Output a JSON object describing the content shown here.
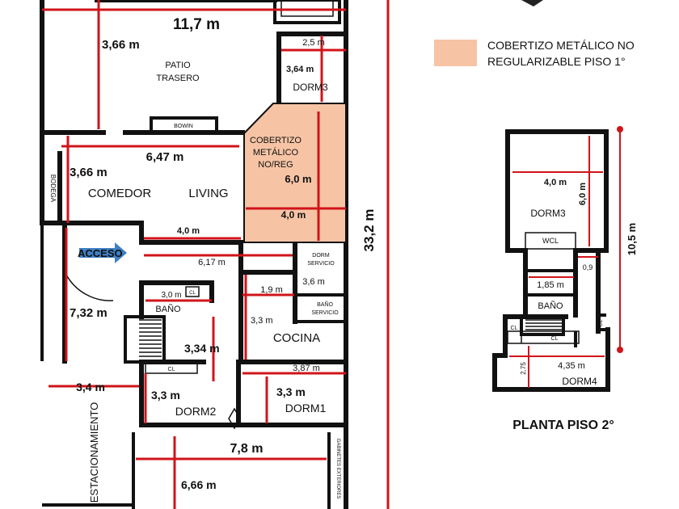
{
  "ground_floor": {
    "dims": {
      "width_total": "11,7 m",
      "patio_depth": "3,66 m",
      "dorm3_width": "2,5 m",
      "dorm3_depth": "3,64 m",
      "living_width": "6,47 m",
      "living_depth": "3,66 m",
      "shed_depth": "6,0 m",
      "shed_width": "4,0 m",
      "hall_width": "4,0 m",
      "access_width": "6,17 m",
      "access_depth": "7,32 m",
      "bath_width": "3,0 m",
      "service_width": "1,9 m",
      "service_depth": "3,6 m",
      "kitchen_depth": "3,3 m",
      "stair_depth": "3,34 m",
      "parking_width": "3,4 m",
      "dorm1_width": "3,87 m",
      "dorm2_depth": "3,3 m",
      "dorm1_depth": "3,3 m",
      "front_width": "7,8 m",
      "front_depth": "6,66 m",
      "lot_length": "33,2 m"
    },
    "rooms": {
      "patio_line1": "PATIO",
      "patio_line2": "TRASERO",
      "dorm3": "DORM3",
      "bowin": "BOWIN",
      "bodega": "BODEGA",
      "comedor": "COMEDOR",
      "living": "LIVING",
      "shed_line1": "COBERTIZO",
      "shed_line2": "METÁLICO",
      "shed_line3": "NO/REG",
      "acceso": "ACCESO",
      "bano": "BAÑO",
      "cl": "CL",
      "dorm_servicio_line1": "DORM",
      "dorm_servicio_line2": "SERVICIO",
      "bano_servicio_line1": "BAÑO",
      "bano_servicio_line2": "SERVICIO",
      "cocina": "COCINA",
      "dorm2": "DORM2",
      "dorm1": "DORM1",
      "estacionamiento": "ESTACIONAMIENTO",
      "gabinetes": "GABINETES EXTERIORES"
    }
  },
  "legend": {
    "line1": "COBERTIZO METÁLICO NO",
    "line2": "REGULARIZABLE  PISO 1°",
    "swatch_color": "#f6c4a5"
  },
  "second_floor": {
    "title": "PLANTA PISO 2°",
    "dims": {
      "dorm3_width": "4,0 m",
      "dorm3_depth": "6,0 m",
      "total_depth": "10,5 m",
      "gap": "0,9",
      "bath_width": "1,85 m",
      "dorm4_width": "4,35 m",
      "dorm4_depth": "2,75"
    },
    "rooms": {
      "dorm3": "DORM3",
      "wcl": "WCL",
      "bano": "BAÑO",
      "cl": "CL",
      "dorm4": "DORM4"
    }
  },
  "colors": {
    "dimension": "#d0141a",
    "shed_fill": "#f6c4a5",
    "arrow": "#3f7fc4"
  }
}
